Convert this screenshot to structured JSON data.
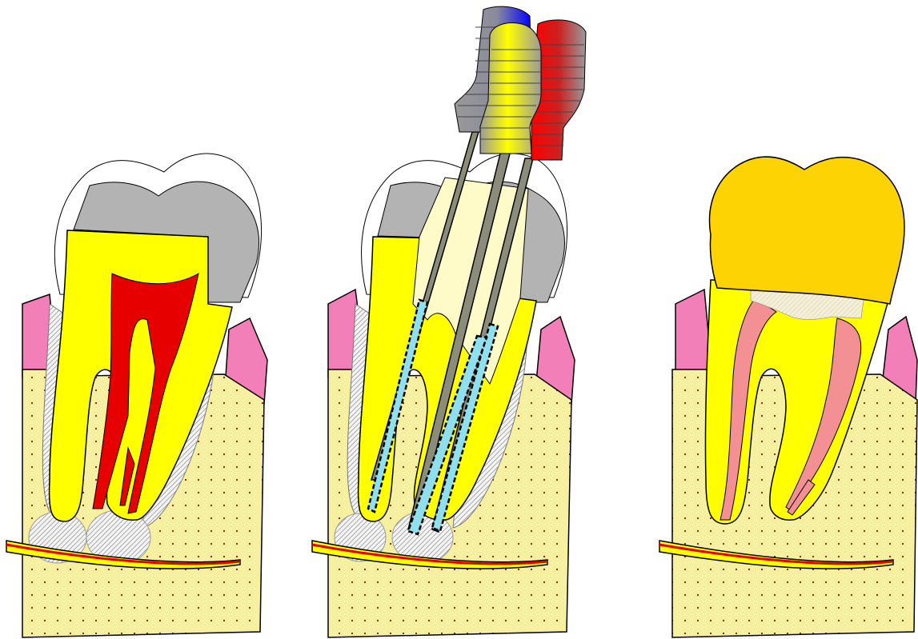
{
  "panels": [
    {
      "id": "infected",
      "pulp_state": "inflamed"
    },
    {
      "id": "instrumentation",
      "pulp_state": "cleaned"
    },
    {
      "id": "restored",
      "pulp_state": "filled"
    }
  ],
  "files": [
    {
      "handle_color": "blue"
    },
    {
      "handle_color": "yellow"
    },
    {
      "handle_color": "red"
    }
  ],
  "colors": {
    "gum": "#f27fb7",
    "bone": "#f7f0a0",
    "bone_dot": "#8a2b1a",
    "dentin": "#ffff00",
    "enamel_old": "#ffffff",
    "decay_filling": "#b3b3b3",
    "pulp": "#e60000",
    "gutta_percha": "#f39093",
    "crown": "#fed304",
    "cleaned_chamber": "#fffbc8",
    "nerve_red": "#e60000",
    "nerve_yellow": "#ffff00",
    "file_shaft": "#8c8c7a",
    "file_cutting": "#8fe0ee"
  }
}
